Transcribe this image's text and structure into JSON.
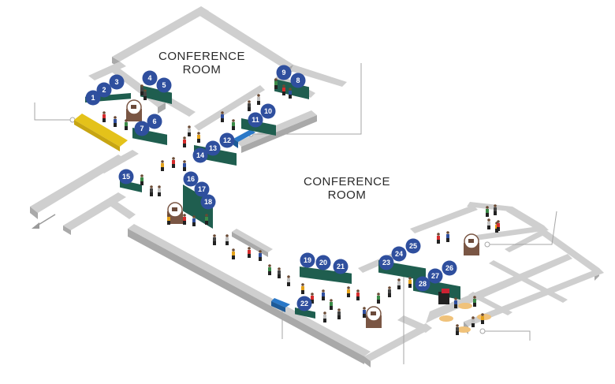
{
  "rooms": [
    {
      "line1": "CONFERENCE",
      "line2": "ROOM"
    },
    {
      "line1": "CONFERENCE",
      "line2": "ROOM"
    }
  ],
  "booths": [
    "1",
    "2",
    "3",
    "4",
    "5",
    "6",
    "7",
    "8",
    "9",
    "10",
    "11",
    "12",
    "13",
    "14",
    "15",
    "16",
    "17",
    "18",
    "19",
    "20",
    "21",
    "22",
    "23",
    "24",
    "25",
    "26",
    "27",
    "28"
  ],
  "colors": {
    "booth_circle": "#2f4f9e",
    "booth_counter": "#1f5e4f",
    "wall_top": "#cfcfcf",
    "wall_face": "#a9a9a9",
    "highlight_bar": "#e4c21a",
    "blue_counter": "#2a78c8",
    "coffee_stand": "#7a5644"
  },
  "icons": [
    "coffee-cup-icon",
    "exit-arrow-icon",
    "person-icon"
  ]
}
